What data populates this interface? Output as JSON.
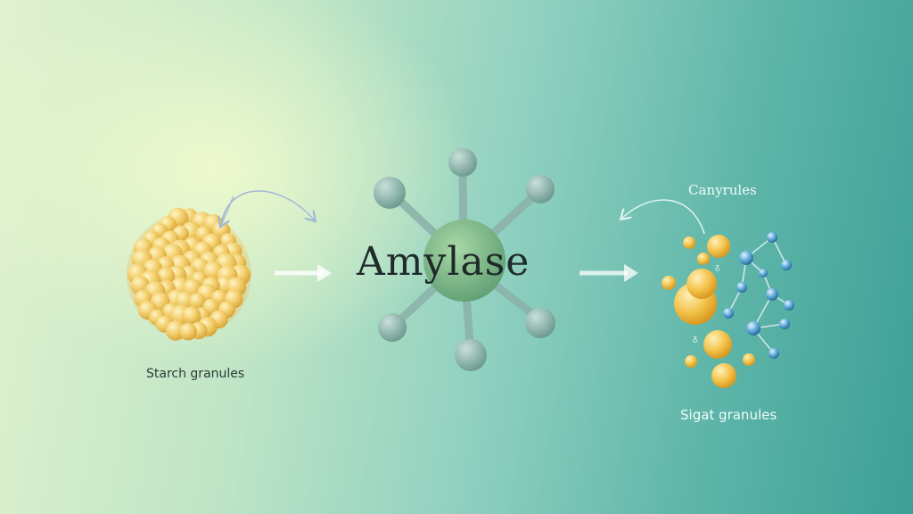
{
  "diagram": {
    "center_label": "Amylase",
    "left_label": "Starch granules",
    "right_label": "Sigat granules",
    "right_top_label": "Canyrules"
  },
  "colors": {
    "starch": "#f2cd6a",
    "enzyme_core": "#7fb58a",
    "enzyme_arm": "#8cb3ab",
    "sugar_gold": "#f3c24a",
    "molecule_blue": "#5aa6d6",
    "arrow": "#e6f4ee"
  },
  "icons": [
    "starch-cluster-icon",
    "enzyme-molecule-icon",
    "glucose-chain-icon"
  ]
}
